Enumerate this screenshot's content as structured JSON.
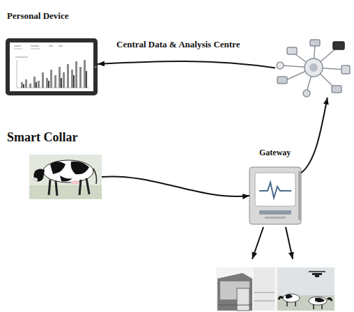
{
  "diagram": {
    "nodes": [
      {
        "text": [
          "Personal Device"
        ]
      },
      {
        "text": [
          "Central Data & Analysis Centre"
        ]
      },
      {
        "text": [
          "Smart Collar"
        ]
      },
      {
        "text": [
          "Gateway"
        ]
      }
    ],
    "edges": [
      {
        "from": 1,
        "to": 0,
        "arrow": "to"
      },
      {
        "from": 2,
        "to": 3,
        "arrow": "to"
      },
      {
        "from": 3,
        "to": 1,
        "arrow": "to"
      }
    ]
  }
}
